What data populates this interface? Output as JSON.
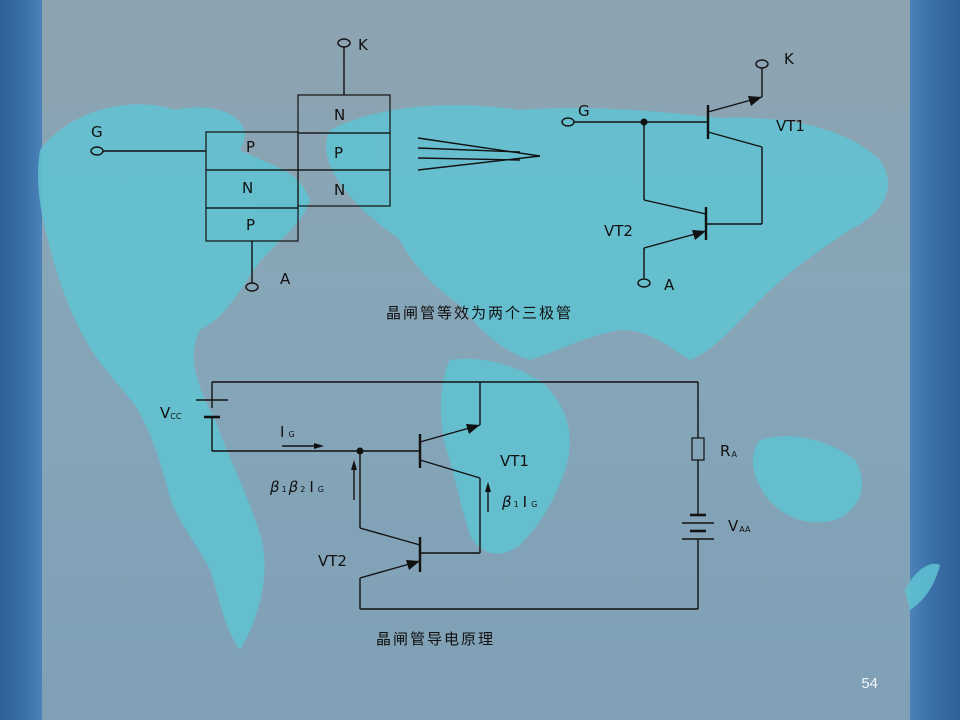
{
  "top": {
    "layers_left": [
      "P",
      "N",
      "P"
    ],
    "layers_right": [
      "N",
      "P",
      "N"
    ],
    "terminal_g": "G",
    "terminal_k": "K",
    "terminal_a": "A",
    "transistor_vt1": "VT1",
    "transistor_vt2": "VT2",
    "caption": "晶闸管等效为两个三极管"
  },
  "bottom": {
    "vcc_main": "V",
    "vcc_sub": "CC",
    "ig_main": "I",
    "ig_sub": "G",
    "b1b2ig_beta1": "β",
    "b1b2ig_sub1": "1",
    "b1b2ig_beta2": "β",
    "b1b2ig_sub2": "2",
    "b1b2ig_i": "I",
    "b1b2ig_subg": "G",
    "b1ig_beta": "β",
    "b1ig_sub1": "1",
    "b1ig_i": "I",
    "b1ig_subg": "G",
    "vt1": "VT1",
    "vt2": "VT2",
    "ra_main": "R",
    "ra_sub": "A",
    "vaa_main": "V",
    "vaa_sub": "AA",
    "caption": "晶闸管导电原理"
  },
  "page_number": "54",
  "colors": {
    "background": "#86a6b8",
    "side_band": "#3a6fa8",
    "line": "#111111",
    "map": "#5fc3d2"
  }
}
